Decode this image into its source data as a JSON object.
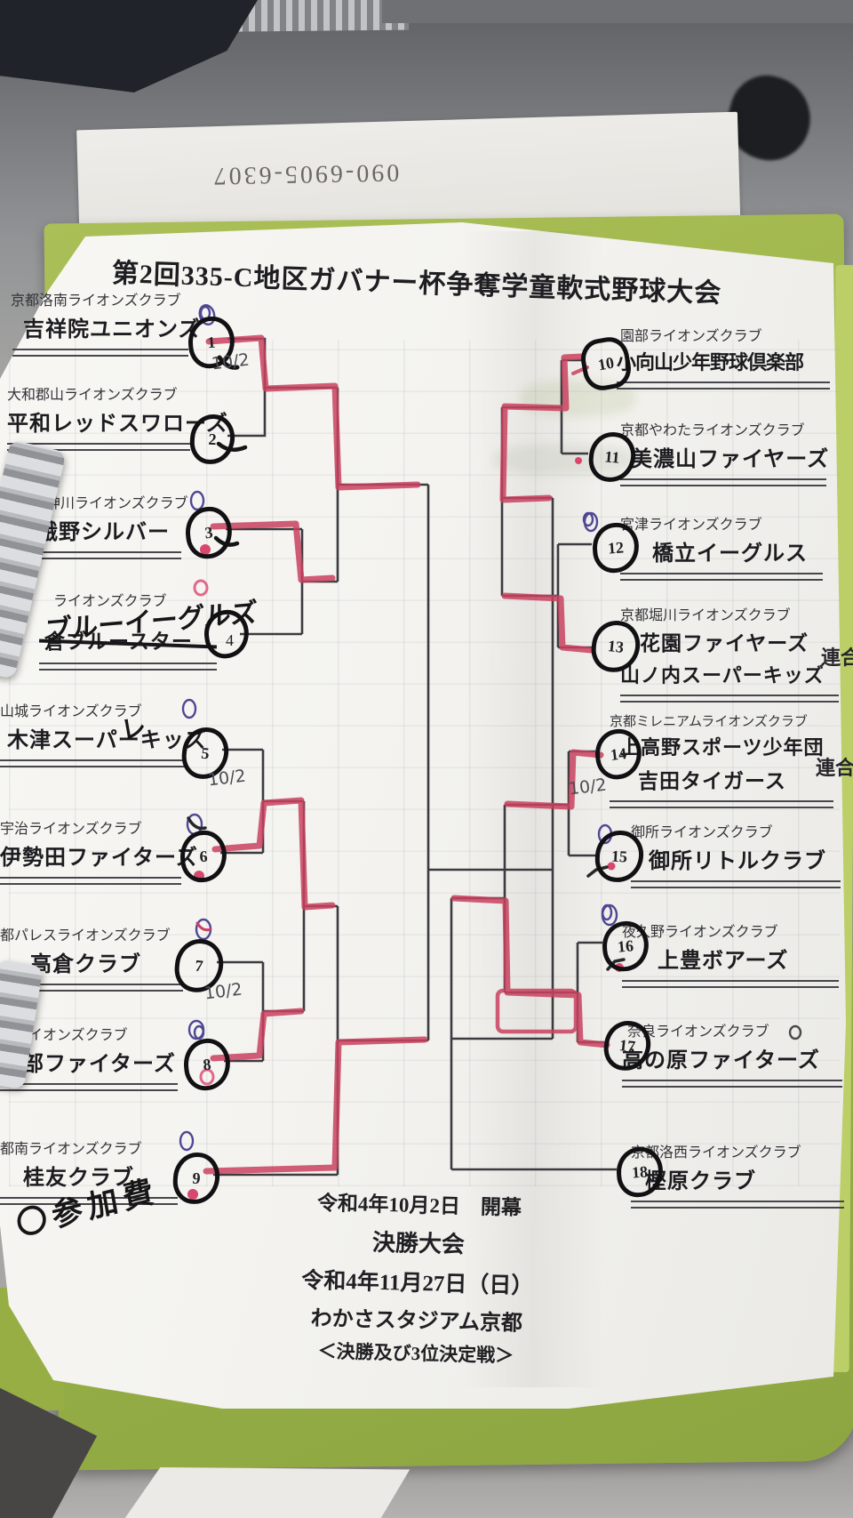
{
  "photo": {
    "phone_number": "090-6905-6307"
  },
  "tournament": {
    "title": "第2回335-C地区ガバナー杯争奪学童軟式野球大会",
    "footer": [
      "令和4年10月2日　開幕",
      "決勝大会",
      "令和4年11月27日（日）",
      "わかさスタジアム京都",
      "＜決勝及び3位決定戦＞"
    ]
  },
  "annotations": {
    "participation_fee": "〇参加費",
    "match_dates": [
      "10/2",
      "10/2",
      "10/2",
      "10/2"
    ],
    "checkmark": "レ"
  },
  "entries": [
    {
      "seed": "1",
      "club": "京都洛南ライオンズクラブ",
      "team": "吉祥院ユニオンズ"
    },
    {
      "seed": "2",
      "club": "大和郡山ライオンズクラブ",
      "team": "平和レッドスワローズ"
    },
    {
      "seed": "3",
      "club": "京都天神川ライオンズクラブ",
      "team": "嵯峨野シルバー"
    },
    {
      "seed": "4",
      "club": "ライオンズクラブ",
      "team": "倉ブルースター",
      "handwritten": "ブルーイーグルズ"
    },
    {
      "seed": "5",
      "club": "山城ライオンズクラブ",
      "team": "木津スーパーキッズ"
    },
    {
      "seed": "6",
      "club": "宇治ライオンズクラブ",
      "team": "伊勢田ファイターズ"
    },
    {
      "seed": "7",
      "club": "都パレスライオンズクラブ",
      "team": "高倉クラブ"
    },
    {
      "seed": "8",
      "club": "部ライオンズクラブ",
      "team": "綾部ファイターズ"
    },
    {
      "seed": "9",
      "club": "都南ライオンズクラブ",
      "team": "桂友クラブ"
    },
    {
      "seed": "10",
      "club": "園部ライオンズクラブ",
      "team": "小向山少年野球倶楽部"
    },
    {
      "seed": "11",
      "club": "京都やわたライオンズクラブ",
      "team": "美濃山ファイヤーズ"
    },
    {
      "seed": "12",
      "club": "宮津ライオンズクラブ",
      "team": "橋立イーグルス"
    },
    {
      "seed": "13",
      "club": "京都堀川ライオンズクラブ",
      "team": "花園ファイヤーズ",
      "team2": "山ノ内スーパーキッズ",
      "combined": "連合"
    },
    {
      "seed": "14",
      "club": "京都ミレニアムライオンズクラブ",
      "team": "上高野スポーツ少年団",
      "team2": "吉田タイガース",
      "combined": "連合"
    },
    {
      "seed": "15",
      "club": "御所ライオンズクラブ",
      "team": "御所リトルクラブ"
    },
    {
      "seed": "16",
      "club": "夜久野ライオンズクラブ",
      "team": "上豊ボアーズ"
    },
    {
      "seed": "17",
      "club": "奈良ライオンズクラブ",
      "team": "高の原ファイターズ"
    },
    {
      "seed": "18",
      "club": "京都洛西ライオンズクラブ",
      "team": "樫原クラブ"
    }
  ]
}
